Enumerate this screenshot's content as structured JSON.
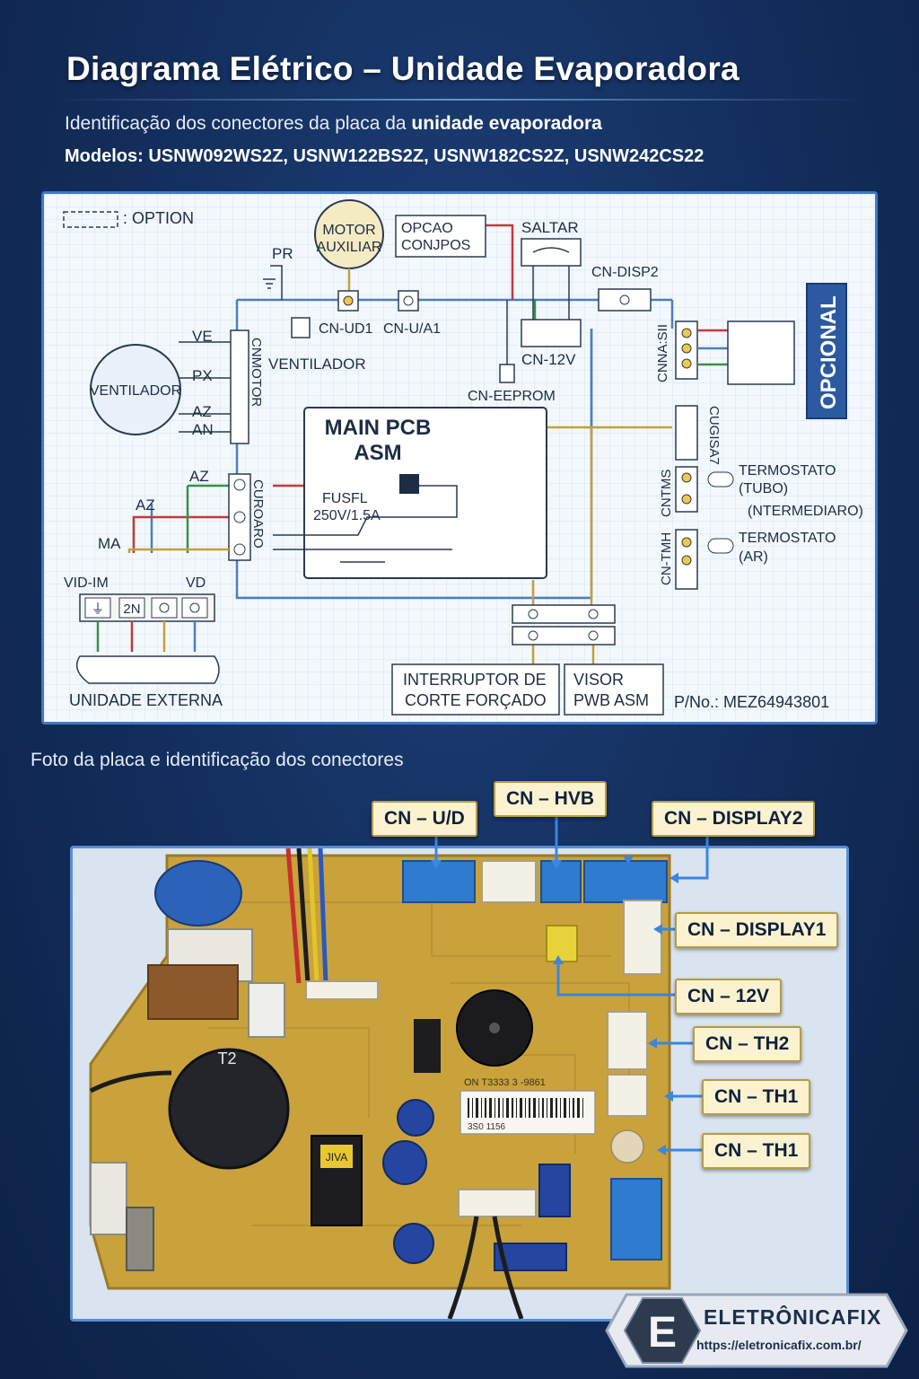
{
  "header": {
    "title": "Diagrama Elétrico – Unidade Evaporadora",
    "subtitle_prefix": "Identificação dos conectores da placa da ",
    "subtitle_bold": "unidade evaporadora",
    "models": "Modelos: USNW092WS2Z, USNW122BS2Z, USNW182CS2Z, USNW242CS22"
  },
  "diagram": {
    "option_legend": ": OPTION",
    "motor_auxiliar_1": "MOTOR",
    "motor_auxiliar_2": "AUXILIAR",
    "opcao_1": "OPCAO",
    "opcao_2": "CONJPOS",
    "saltar": "SALTAR",
    "cn_disp2": "CN-DISP2",
    "pr": "PR",
    "cn_ud1": "CN-UD1",
    "cn_ua1": "CN-U/A1",
    "ventilador_label": "VENTILADOR",
    "ventilador_motor": "VENTILADOR",
    "cn_12v": "CN-12V",
    "cn_eeprom": "CN-EEPROM",
    "cn_vertical_1": "CNNA:SII",
    "cn_vertical_2": "CUGISA7",
    "cn_vertical_3": "CNTMS",
    "cn_vertical_4": "CN-TMH",
    "cn_fan_vertical": "CNMOTOR",
    "cn_power_vertical": "CUROARO",
    "opcional": "OPCIONAL",
    "ve": "VE",
    "px": "PX",
    "az1": "AZ",
    "an": "AN",
    "az2": "AZ",
    "az3": "AZ",
    "ma": "MA",
    "vdim": "VID-IM",
    "vd": "VD",
    "main_pcb_1": "MAIN PCB",
    "main_pcb_2": "ASM",
    "fuse_1": "FUSFL",
    "fuse_2": "250V/1.5A",
    "term_tubo_1": "TERMOSTATO",
    "term_tubo_2": "(TUBO)",
    "term_tubo_3": "(NTERMEDIARO)",
    "term_ar_1": "TERMOSTATO",
    "term_ar_2": "(AR)",
    "terminal_2n": "2N",
    "unidade_externa": "UNIDADE EXTERNA",
    "interruptor_1": "INTERRUPTOR DE",
    "interruptor_2": "CORTE FORÇADO",
    "visor_1": "VISOR",
    "visor_2": "PWB ASM",
    "part_no": "P/No.: MEZ64943801"
  },
  "photo": {
    "caption": "Foto da placa e identificação dos conectores",
    "callouts": {
      "cn_ud": "CN – U/D",
      "cn_hvb": "CN – HVB",
      "cn_display2": "CN – DISPLAY2",
      "cn_display1": "CN – DISPLAY1",
      "cn_12v": "CN – 12V",
      "cn_th2": "CN – TH2",
      "cn_th1_a": "CN – TH1",
      "cn_th1_b": "CN – TH1"
    },
    "board_text": {
      "transformer_code": "T2",
      "sticker": "ON T3333 3 -9861",
      "barcode_num": "3S0 1156",
      "relay_label": "JIVA"
    }
  },
  "brand": {
    "letter": "E",
    "name": "ELETRÔNICAFIX",
    "url": "https://eletronicafix.com.br/"
  },
  "colors": {
    "background": "#14305f",
    "panel_border": "#3f78c8",
    "callout_bg": "#fbf3cf",
    "pcb": "#c9a23c",
    "connector_blue": "#2f7bd0",
    "opcional_box": "#2c5aa0"
  }
}
